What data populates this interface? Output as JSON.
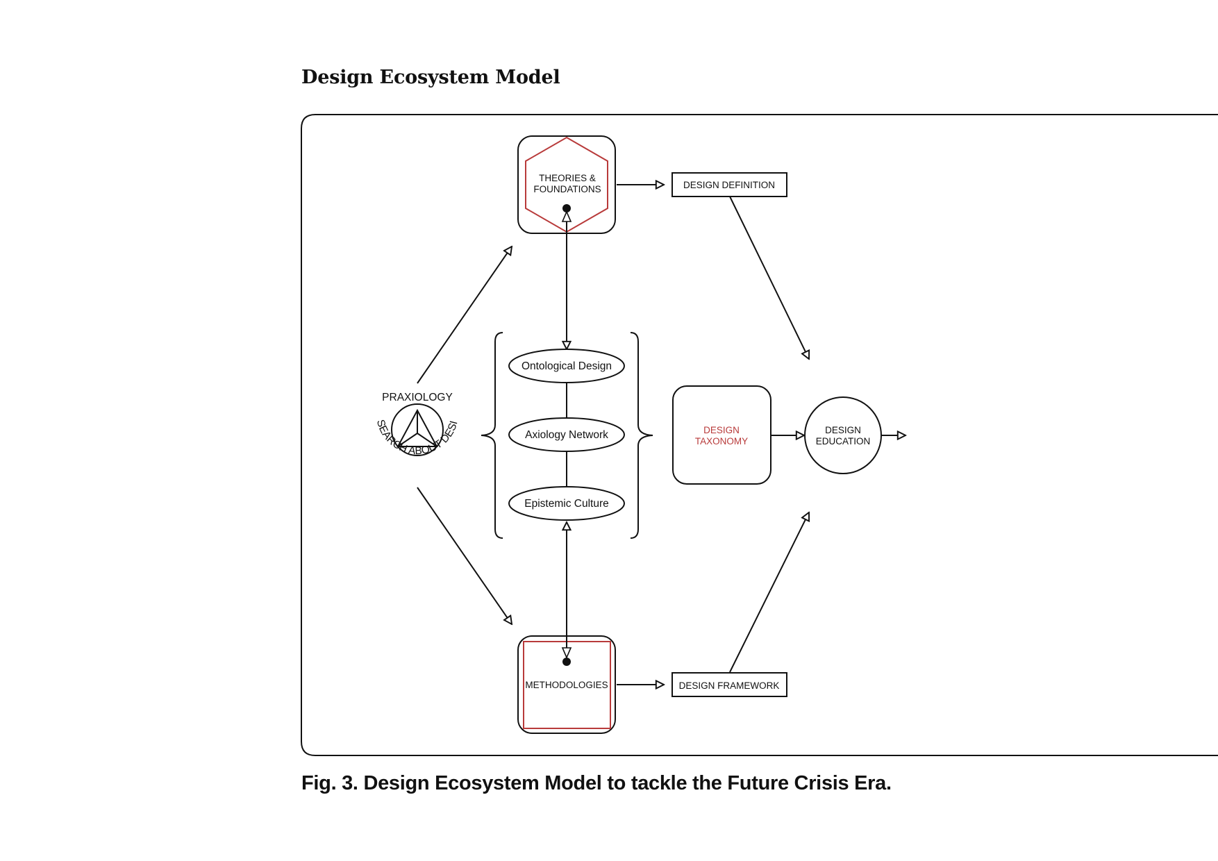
{
  "title": "Design Ecosystem Model",
  "caption": "Fig. 3. Design Ecosystem Model to tackle the Future Crisis Era.",
  "colors": {
    "accent": "#b83a3a",
    "stroke": "#111111"
  },
  "nodes": {
    "theories": [
      "THEORIES &",
      "FOUNDATIONS"
    ],
    "methodologies": "METHODOLOGIES",
    "design_definition": "DESIGN DEFINITION",
    "design_framework": "DESIGN FRAMEWORK",
    "ontological": "Ontological Design",
    "axiology": "Axiology Network",
    "epistemic": "Epistemic Culture",
    "taxonomy": [
      "DESIGN",
      "TAXONOMY"
    ],
    "education": [
      "DESIGN",
      "EDUCATION"
    ],
    "praxiology": "PRAXIOLOGY",
    "research_about_design": "RESEARCH ABOUT DESIGN"
  }
}
